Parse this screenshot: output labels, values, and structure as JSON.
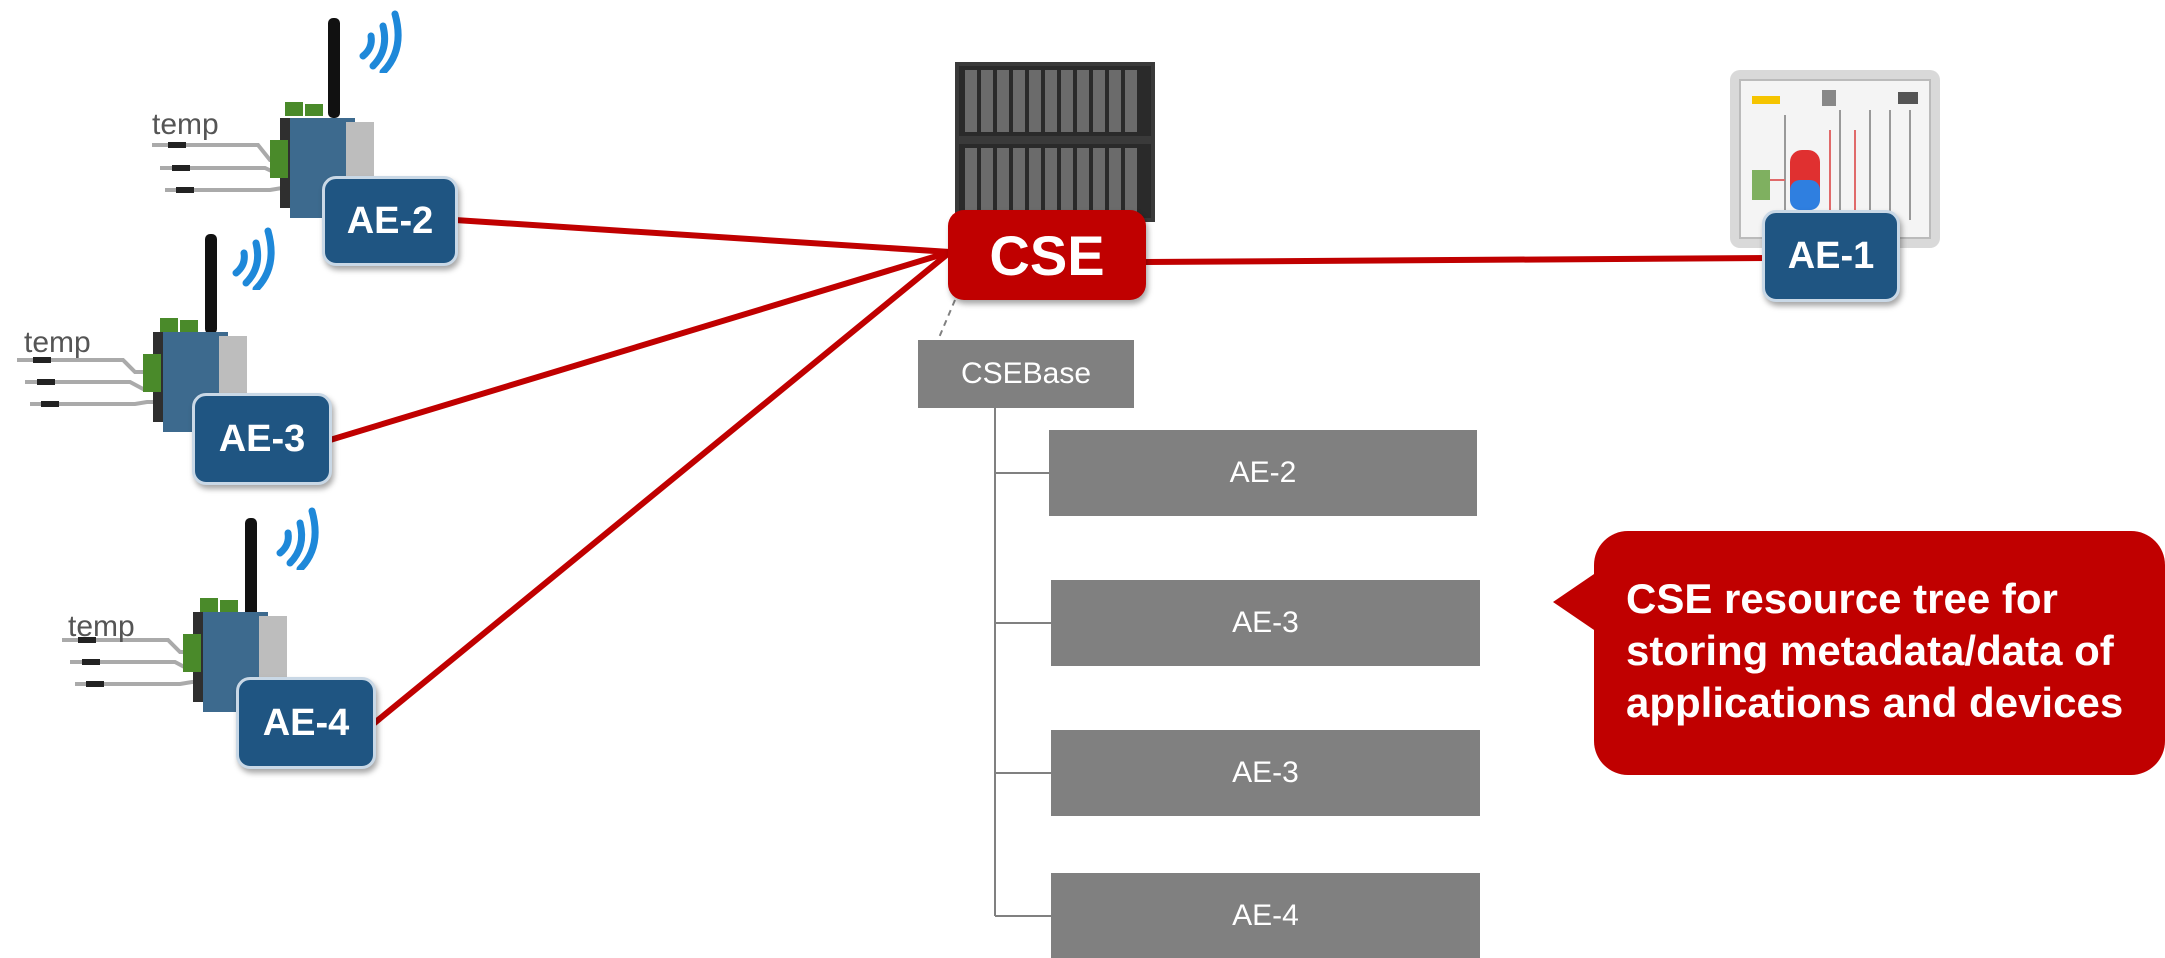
{
  "colors": {
    "ae_box": "#1f5582",
    "cse_red": "#c00000",
    "wire_red": "#c00000",
    "tree_gray": "#808080",
    "signal_blue": "#1e88d9"
  },
  "devices": [
    {
      "label": "AE-2",
      "sensor_label": "temp"
    },
    {
      "label": "AE-3",
      "sensor_label": "temp"
    },
    {
      "label": "AE-4",
      "sensor_label": "temp"
    }
  ],
  "cse": {
    "label": "CSE"
  },
  "ae1": {
    "label": "AE-1"
  },
  "tree": {
    "root": "CSEBase",
    "children": [
      "AE-2",
      "AE-3",
      "AE-3",
      "AE-4"
    ]
  },
  "callout": {
    "text": "CSE resource tree for storing metadata/data of applications and devices"
  },
  "icons": [
    "wifi-signal-icon",
    "iot-gateway-device-icon",
    "server-rack-icon",
    "control-panel-icon"
  ]
}
